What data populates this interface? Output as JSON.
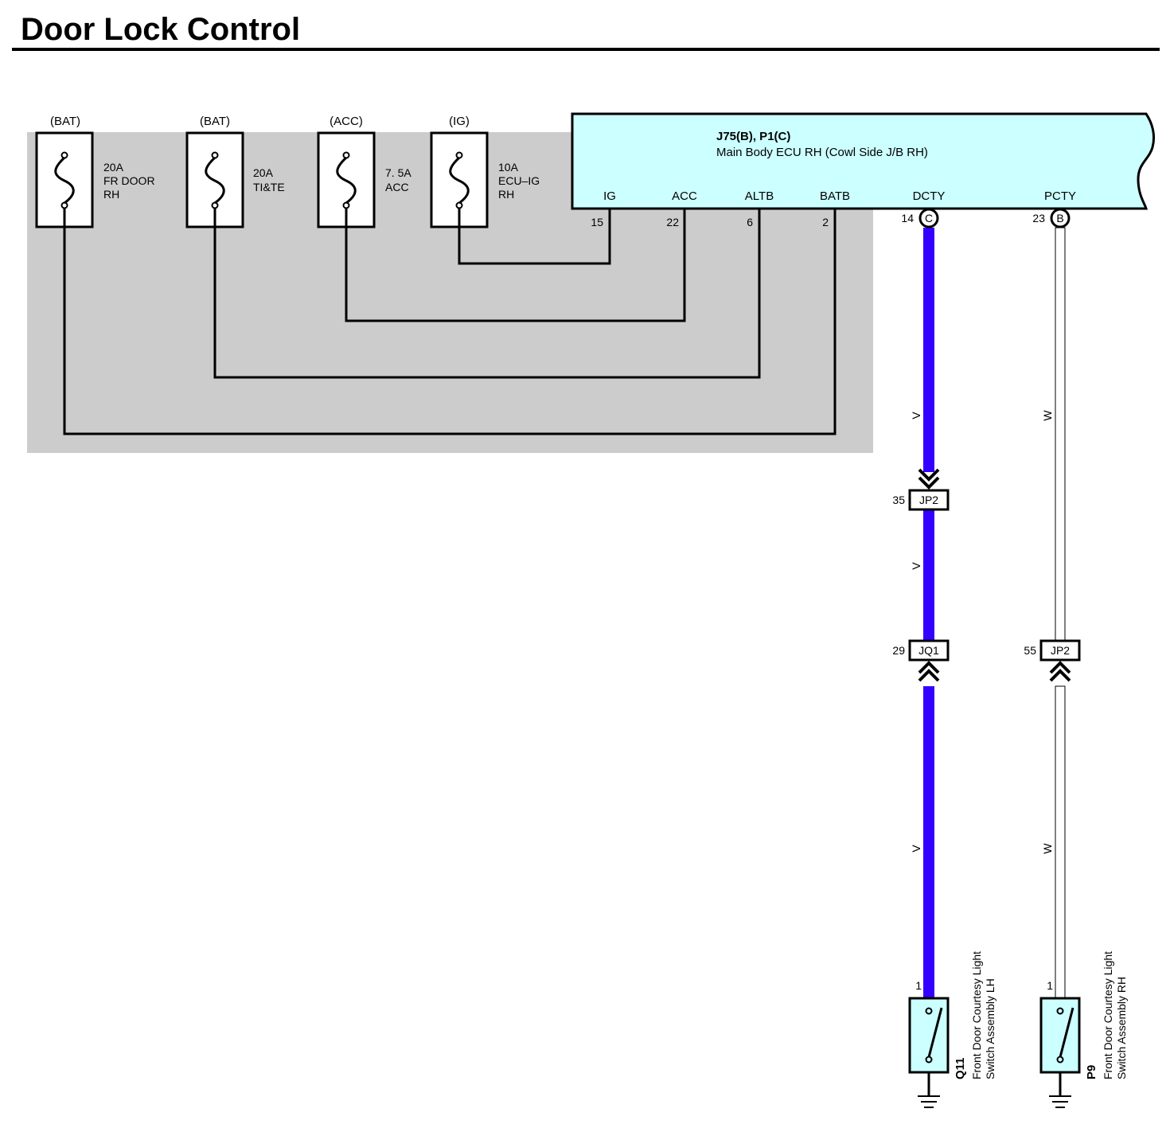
{
  "title": "Door Lock Control",
  "colors": {
    "shade": "#cccccc",
    "ecu_fill": "#ccffff",
    "switch_fill": "#ccffff",
    "wire_v": "#3300ff",
    "wire_w": "#ffffff"
  },
  "fuses": [
    {
      "source": "(BAT)",
      "line1": "20A",
      "line2": "FR DOOR",
      "line3": "RH"
    },
    {
      "source": "(BAT)",
      "line1": "20A",
      "line2": "TI&TE",
      "line3": ""
    },
    {
      "source": "(ACC)",
      "line1": "7. 5A",
      "line2": "ACC",
      "line3": ""
    },
    {
      "source": "(IG)",
      "line1": "10A",
      "line2": "ECU–IG",
      "line3": "RH"
    }
  ],
  "ecu": {
    "code": "J75(B), P1(C)",
    "name": "Main Body ECU RH (Cowl Side J/B RH)",
    "pins": [
      {
        "label": "IG",
        "number": "15"
      },
      {
        "label": "ACC",
        "number": "22"
      },
      {
        "label": "ALTB",
        "number": "6"
      },
      {
        "label": "BATB",
        "number": "2"
      },
      {
        "label": "DCTY",
        "number": "14",
        "connector": "C"
      },
      {
        "label": "PCTY",
        "number": "23",
        "connector": "B"
      }
    ]
  },
  "wire_colors": {
    "v": "V",
    "w": "W"
  },
  "junctions": {
    "jp2_upper": {
      "pin": "35",
      "code": "JP2"
    },
    "jq1": {
      "pin": "29",
      "code": "JQ1"
    },
    "jp2_lower": {
      "pin": "55",
      "code": "JP2"
    }
  },
  "switches": [
    {
      "id": "Q11",
      "pin": "1",
      "line1": "Front Door Courtesy Light",
      "line2": "Switch Assembly LH"
    },
    {
      "id": "P9",
      "pin": "1",
      "line1": "Front Door Courtesy Light",
      "line2": "Switch Assembly RH"
    }
  ]
}
